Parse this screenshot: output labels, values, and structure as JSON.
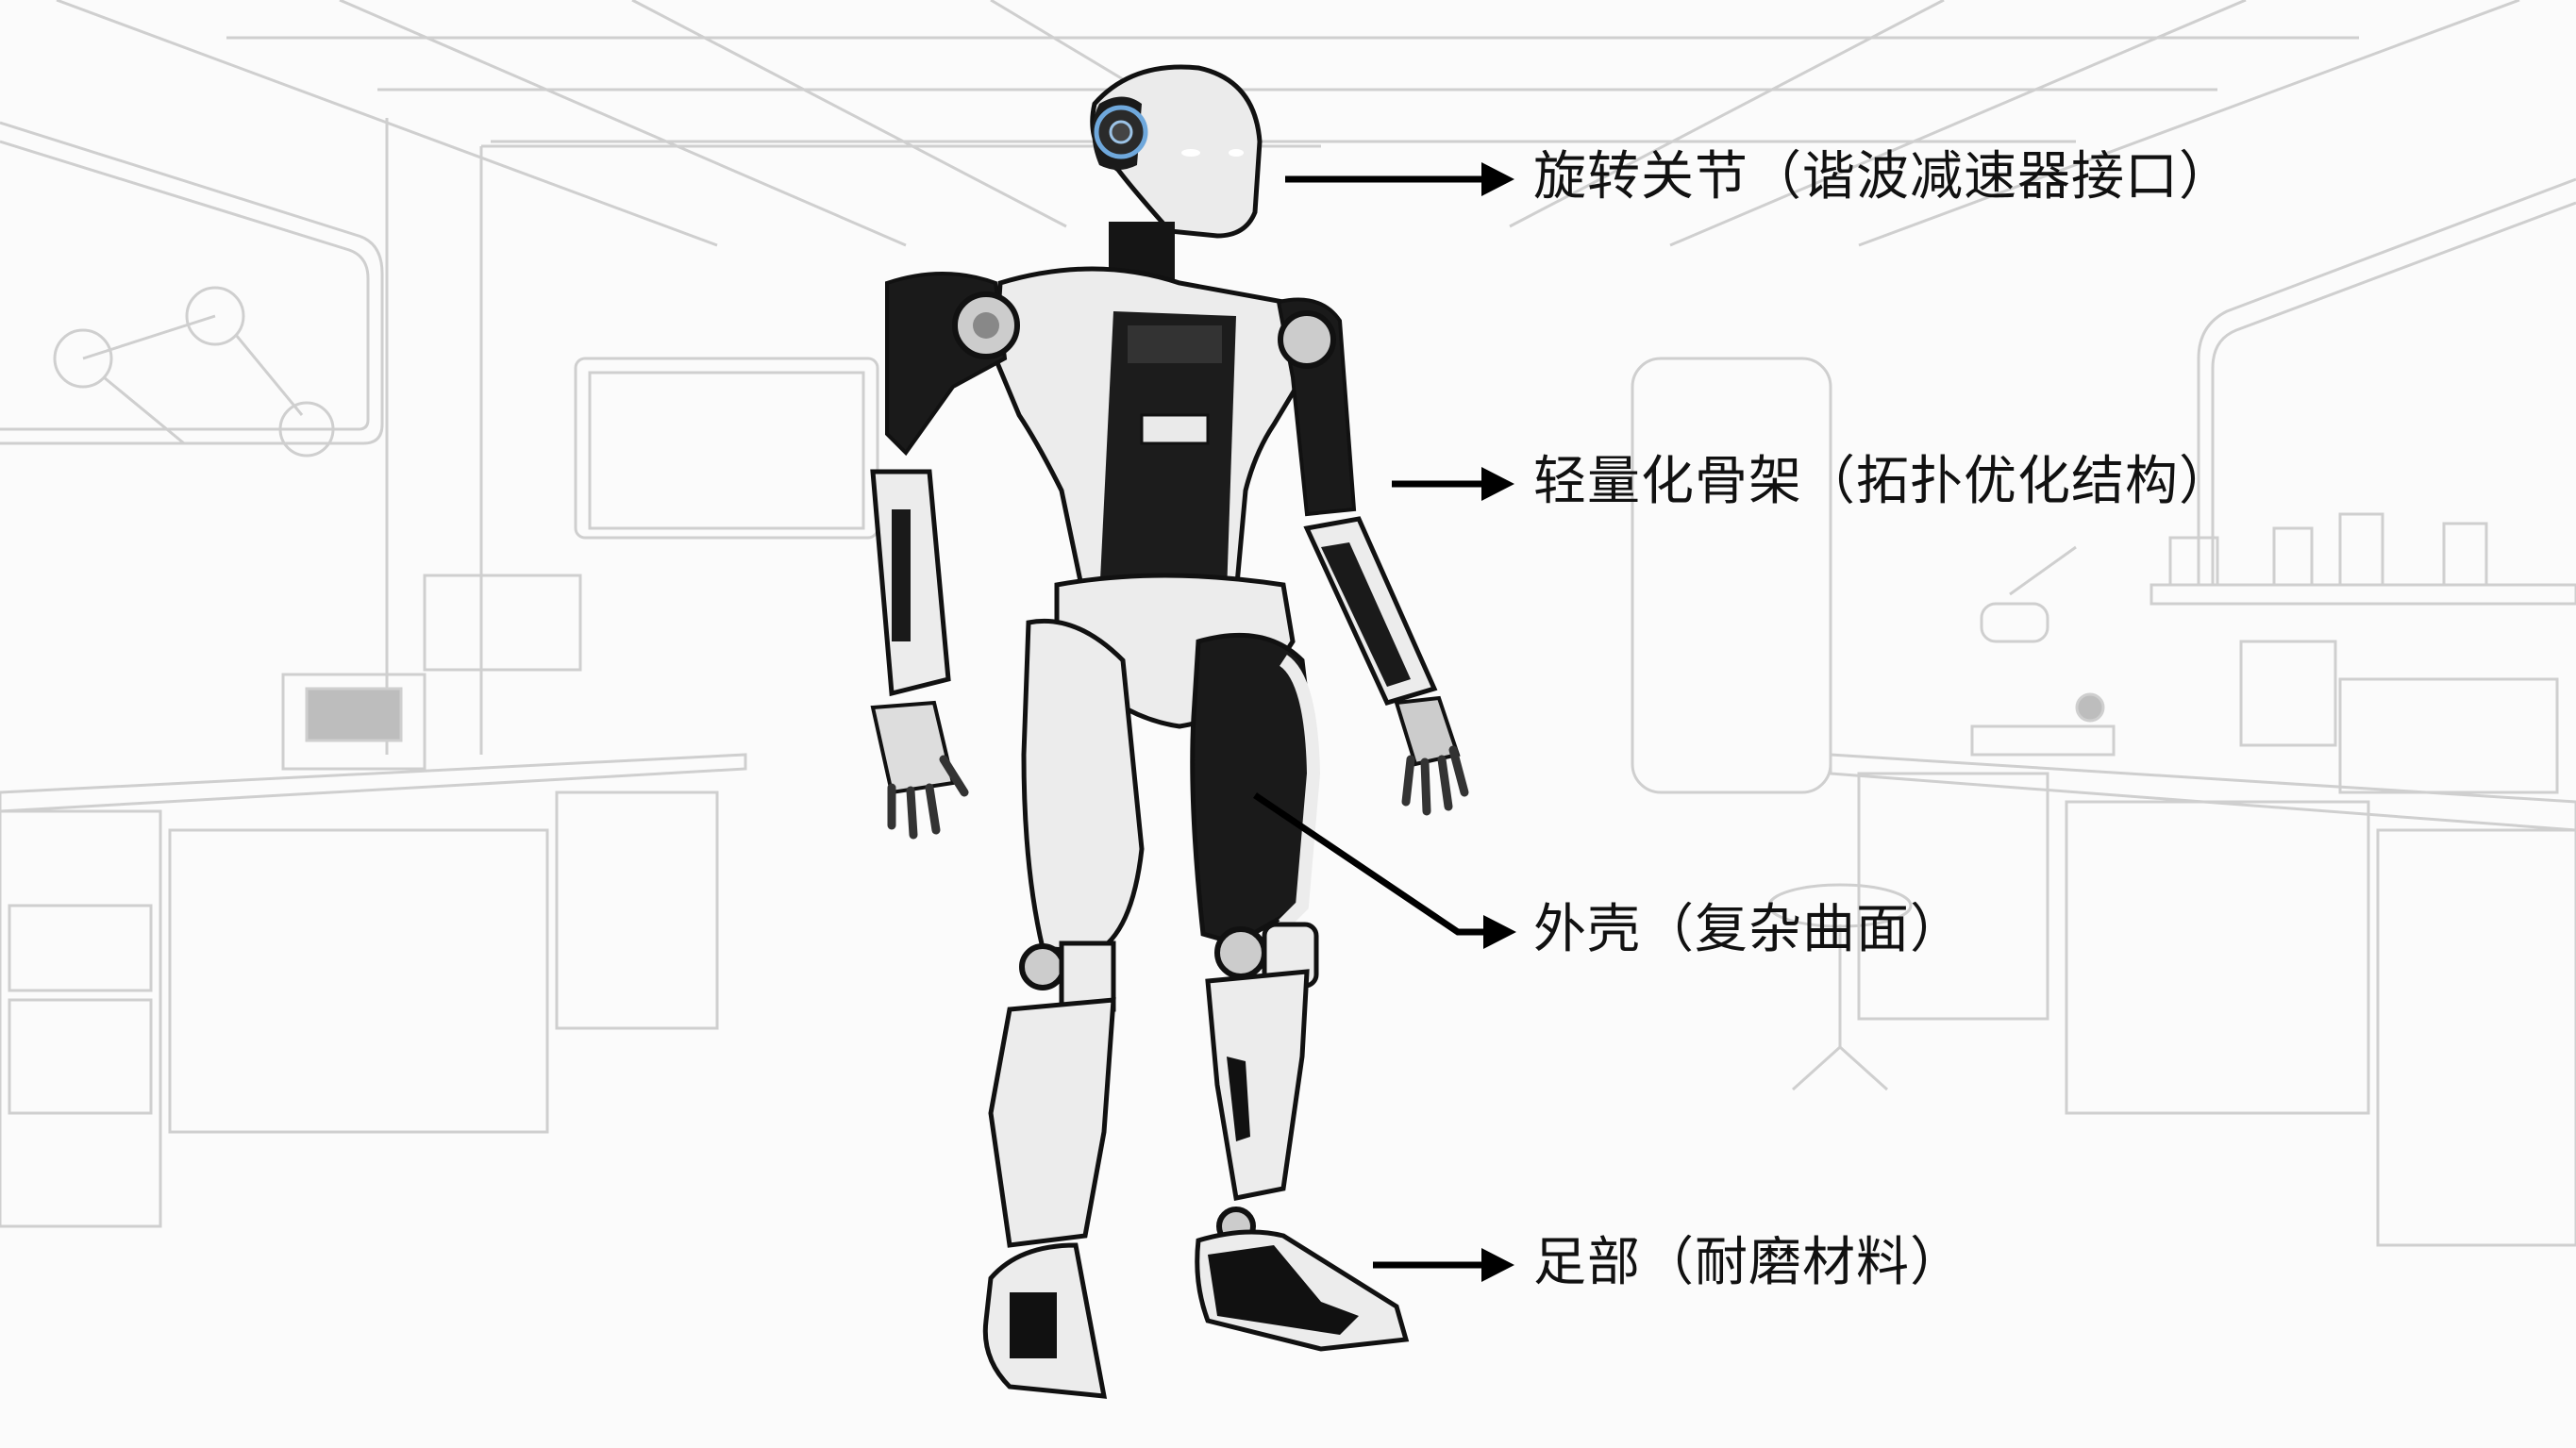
{
  "diagram": {
    "subject": "humanoid robot in laboratory",
    "background": "line-art laboratory with robotic arm, benches, microscope, shelves",
    "annotations": [
      {
        "id": "rotary-joint",
        "text": "旋转关节（谐波减速器接口）",
        "target": "head/neck joint"
      },
      {
        "id": "lightweight-skeleton",
        "text": "轻量化骨架（拓扑优化结构）",
        "target": "shoulder/arm frame"
      },
      {
        "id": "outer-shell",
        "text": "外壳（复杂曲面）",
        "target": "thigh shell"
      },
      {
        "id": "foot",
        "text": "足部（耐磨材料）",
        "target": "foot"
      }
    ]
  },
  "colors": {
    "background": "#fbfbfb",
    "line_art": "#c8c8c8",
    "robot_white": "#ececec",
    "robot_dark": "#1a1a1a",
    "arrow": "#000000",
    "eye_glow": "#6fa8dc"
  }
}
